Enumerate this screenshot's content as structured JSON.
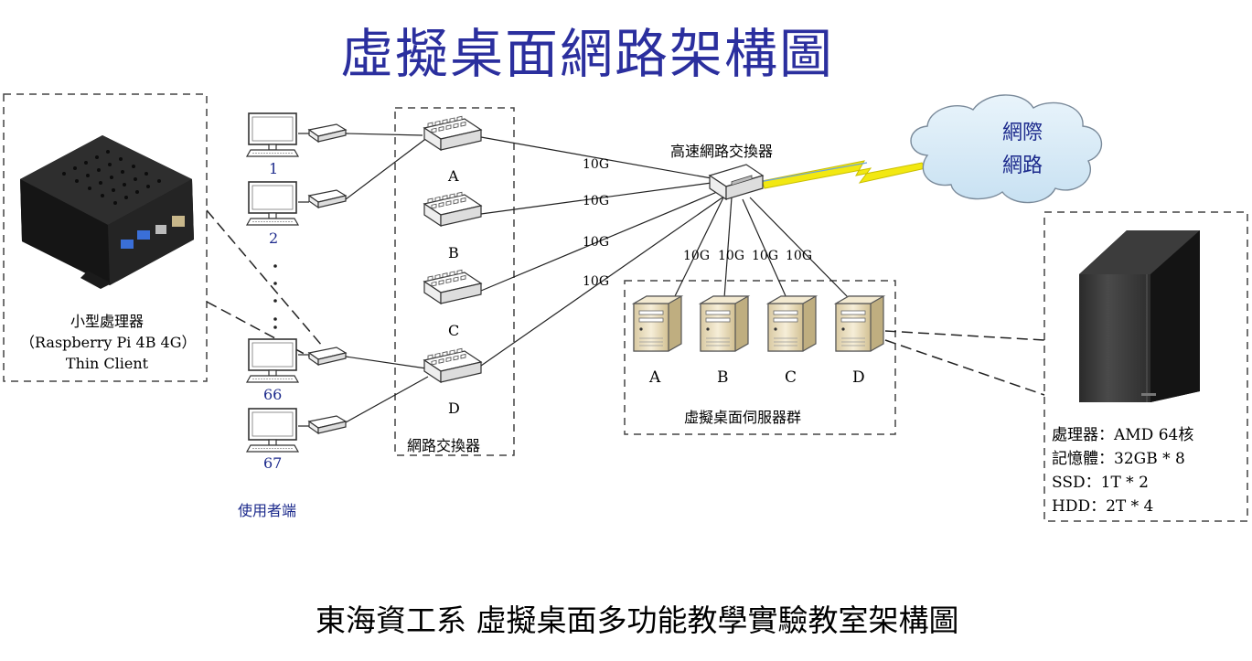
{
  "title": "虛擬桌面網路架構圖",
  "subtitle": "東海資工系 虛擬桌面多功能教學實驗教室架構圖",
  "thin_client": {
    "label_line1": "小型處理器",
    "label_line2": "（Raspberry Pi 4B 4G）",
    "label_line3": "Thin Client"
  },
  "clients": {
    "labels": [
      "1",
      "2",
      "66",
      "67"
    ],
    "group_label": "使用者端"
  },
  "switches": {
    "labels": [
      "A",
      "B",
      "C",
      "D"
    ],
    "group_label": "網路交換器"
  },
  "core_switch": {
    "label": "高速網路交換器"
  },
  "internet": {
    "line1": "網際",
    "line2": "網路"
  },
  "links": {
    "switch_uplinks": [
      "10G",
      "10G",
      "10G",
      "10G"
    ],
    "server_links": [
      "10G",
      "10G",
      "10G",
      "10G"
    ]
  },
  "servers": {
    "labels": [
      "A",
      "B",
      "C",
      "D"
    ],
    "group_label": "虛擬桌面伺服器群"
  },
  "server_specs": [
    "處理器：AMD 64核",
    "記憶體：32GB * 8",
    "SSD：1T * 2",
    "HDD：2T * 4"
  ],
  "colors": {
    "title": "#2b2f9e",
    "client_label": "#1c2a8c",
    "cloud_fill": "#d7ebf7",
    "lightning": "#f2e812",
    "server_body": "#efe3c6"
  }
}
